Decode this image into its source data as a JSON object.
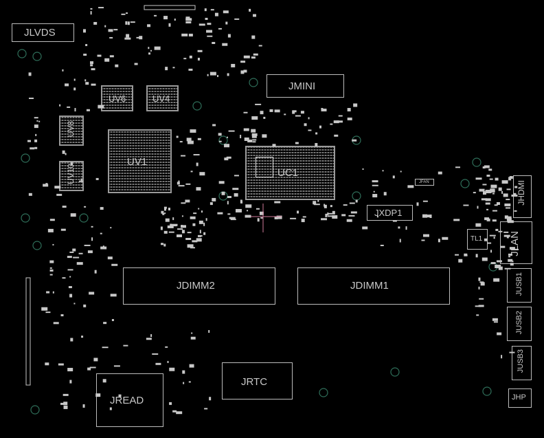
{
  "board": {
    "background": "#000000",
    "silk_color": "#c8c8c8",
    "hole_color": "#2f6f5a",
    "crosshair_color": "#d07a9a"
  },
  "labels": {
    "jlvds": "JLVDS",
    "jmini": "JMINI",
    "uv6": "UV6",
    "uv4": "UV4",
    "uv8": "UV8",
    "uv1": "UV1",
    "uv10": "UV10",
    "uc1": "UC1",
    "jxdp1": "JXDP1",
    "jfan": "JFAN",
    "jhdmi": "JHDMI",
    "jlan": "JLAN",
    "tl1": "TL1",
    "jdimm2": "JDIMM2",
    "jdimm1": "JDIMM1",
    "jusb1": "JUSB1",
    "jusb2": "JUSB2",
    "jusb3": "JUSB3",
    "jrtc": "JRTC",
    "jread": "JREAD",
    "jhp": "JHP"
  }
}
